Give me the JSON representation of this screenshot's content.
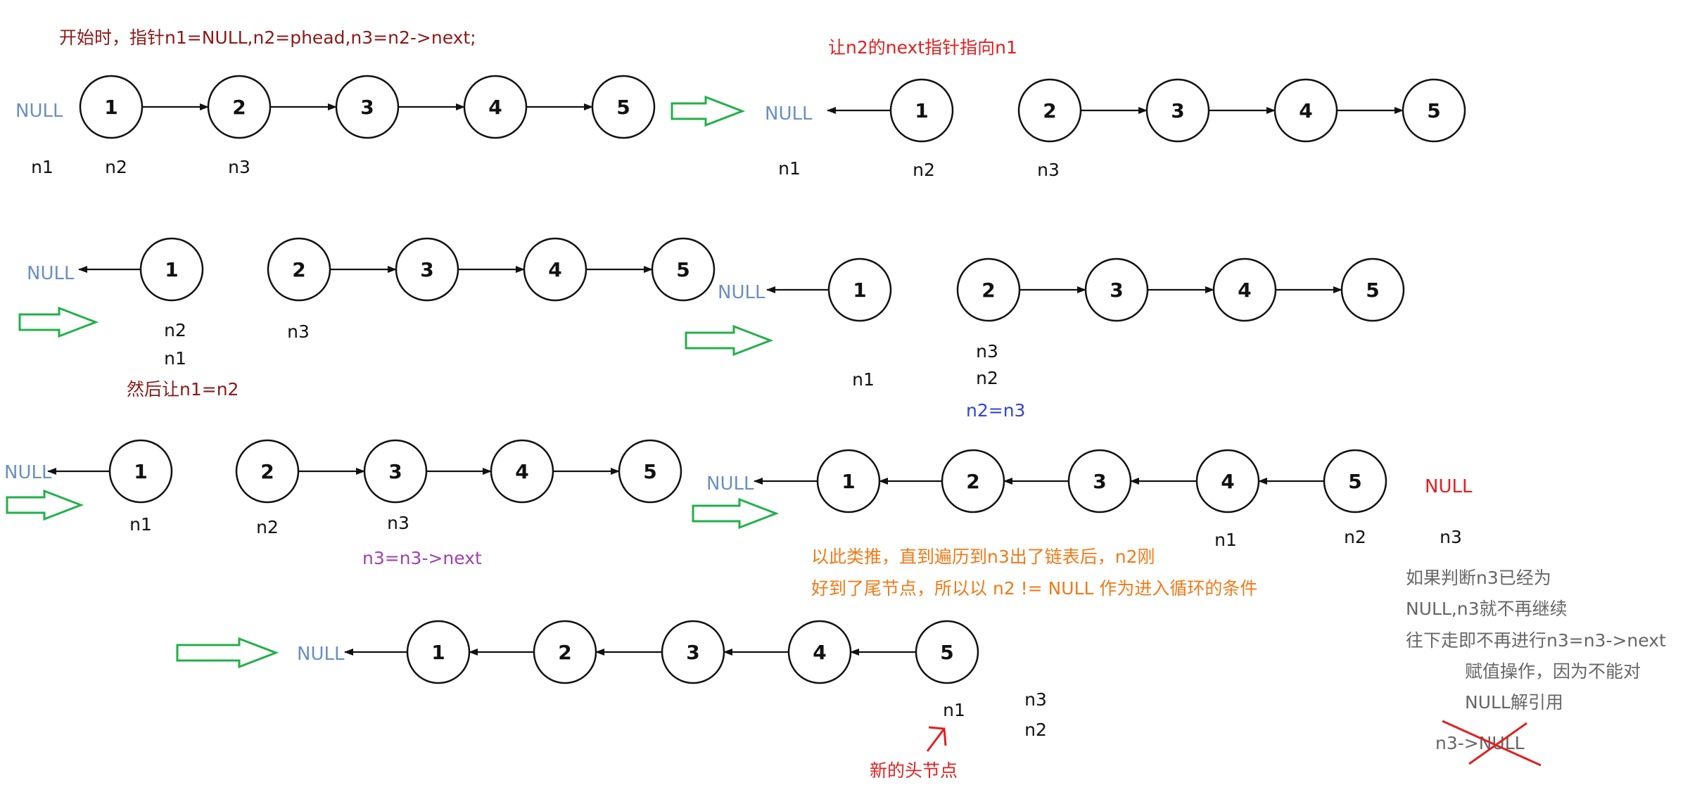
{
  "colors": {
    "node_stroke": "#111111",
    "edge": "#111111",
    "null_blue": "#6a8fc0",
    "null_red": "#e02020",
    "label_dark": "#111111",
    "caption_darkred": "#8b1a1a",
    "caption_red": "#e02020",
    "caption_blue": "#3344cc",
    "caption_purple": "#a040b0",
    "caption_orange": "#f07a18",
    "caption_gray": "#666666",
    "arrow_green": "#22b04a",
    "cross_red": "#e02020"
  },
  "captions": {
    "initial": "开始时，指针n1=NULL,n2=phead,n3=n2->next;",
    "point_n2": "让n2的next指针指向n1",
    "then_n1": "然后让n1=n2",
    "n2_eq_n3": "n2=n3",
    "n3_advance": "n3=n3->next",
    "analogy_1": "以此类推，直到遍历到n3出了链表后，n2刚",
    "analogy_2": "好到了尾节点，所以以 n2 != NULL 作为进入循环的条件",
    "note_1": "如果判断n3已经为",
    "note_2": "NULL,n3就不再继续",
    "note_3": "往下走即不再进行n3=n3->next",
    "note_4": "赋值操作，因为不能对",
    "note_5": "NULL解引用",
    "crossed": "n3->NULL",
    "new_head": "新的头节点"
  },
  "null_text": "NULL",
  "node_values": [
    "1",
    "2",
    "3",
    "4",
    "5"
  ],
  "pointer_names": {
    "n1": "n1",
    "n2": "n2",
    "n3": "n3"
  }
}
